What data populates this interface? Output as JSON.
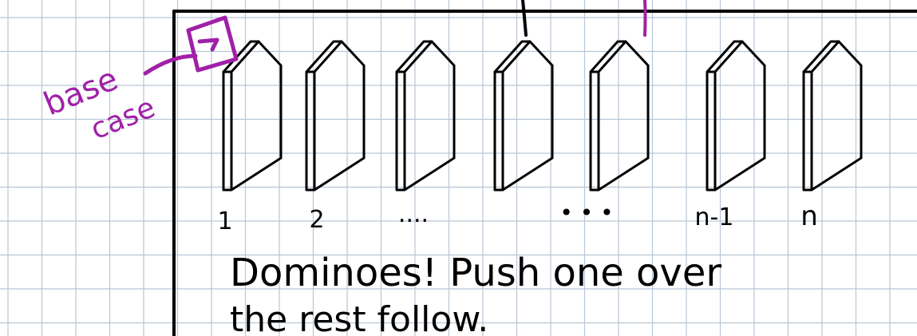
{
  "notes_page": {
    "grid_color": "#b7c6d6",
    "ink_color": "#000000",
    "annotation_color": "#a020a8"
  },
  "annotation": {
    "text_line1": "base",
    "text_line2": "case"
  },
  "dominoes": {
    "labels": [
      "1",
      "2",
      "....",
      "",
      "• • •",
      "n-1",
      "n"
    ]
  },
  "caption": {
    "line1": "Dominoes! Push one over",
    "line2": "the rest follow."
  }
}
